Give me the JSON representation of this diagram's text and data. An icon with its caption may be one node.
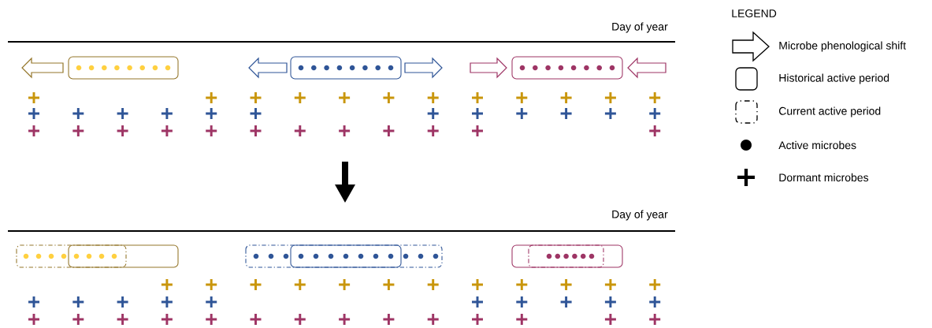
{
  "diagram": {
    "labels": [
      "Day of year",
      "Day of year",
      "LEGEND"
    ],
    "legend": [
      {
        "text": "Microbe phenological shift"
      },
      {
        "text": "Historical active period"
      },
      {
        "text": "Current active period"
      },
      {
        "text": "Active microbes"
      },
      {
        "text": "Dormant microbes"
      }
    ]
  }
}
